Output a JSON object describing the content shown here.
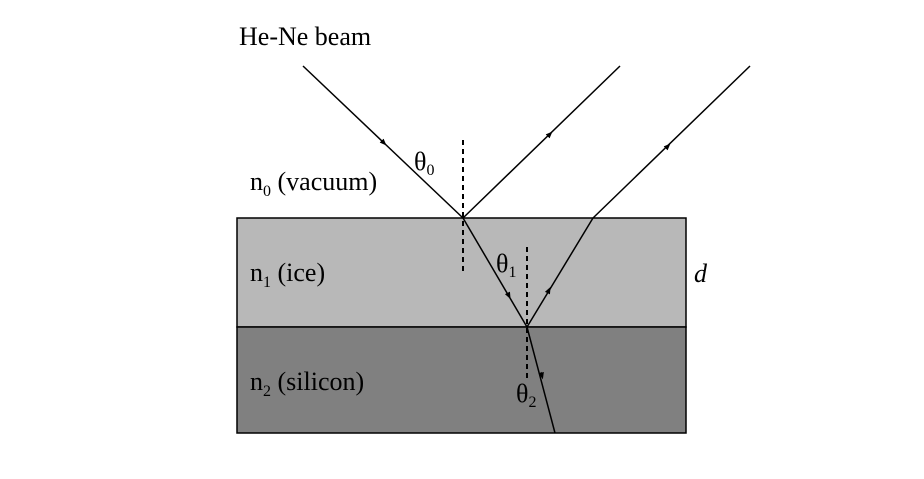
{
  "labels": {
    "beam": "He-Ne beam",
    "n0": "n",
    "n0_sub": "0",
    "n0_text": " (vacuum)",
    "n1": "n",
    "n1_sub": "1",
    "n1_text": " (ice)",
    "n2": "n",
    "n2_sub": "2",
    "n2_text": " (silicon)",
    "theta0": "θ",
    "theta0_sub": "0",
    "theta1": "θ",
    "theta1_sub": "1",
    "theta2": "θ",
    "theta2_sub": "2",
    "thickness": "d"
  },
  "colors": {
    "ice": "#b8b8b8",
    "silicon": "#808080",
    "line": "#000000",
    "background": "#ffffff"
  }
}
